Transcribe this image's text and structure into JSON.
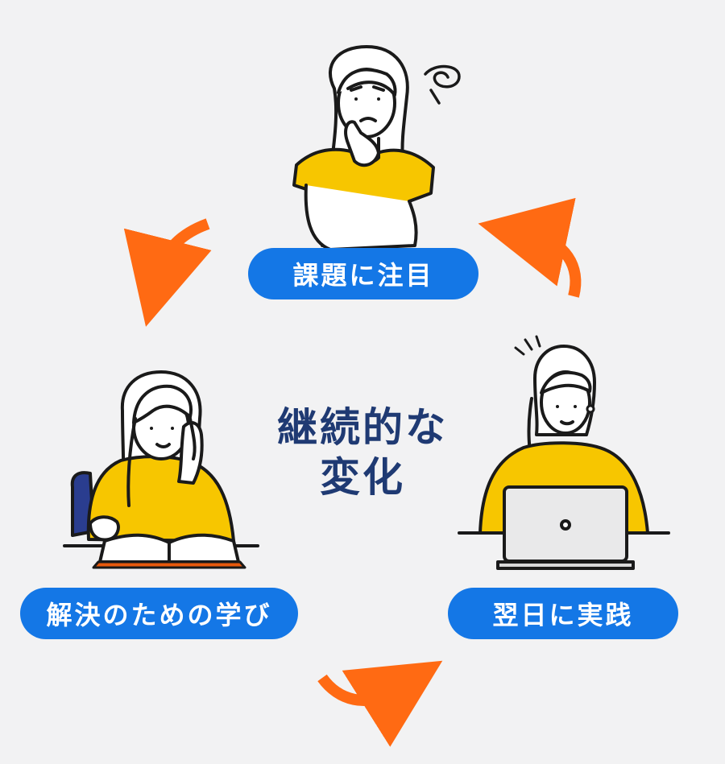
{
  "labels": {
    "top": "課題に注目",
    "bottom_left": "解決のための学び",
    "bottom_right": "翌日に実践"
  },
  "center": {
    "line1": "継続的な",
    "line2": "変化"
  },
  "colors": {
    "background": "#f2f2f3",
    "pill": "#1477e6",
    "arrow": "#ff6a13",
    "shirt": "#f7c600",
    "outline": "#1a1a1a",
    "center_text": "#1f3a73"
  },
  "icons": [
    "thinking-woman-icon",
    "studying-woman-icon",
    "laptop-woman-icon",
    "cycle-arrow-icon"
  ]
}
